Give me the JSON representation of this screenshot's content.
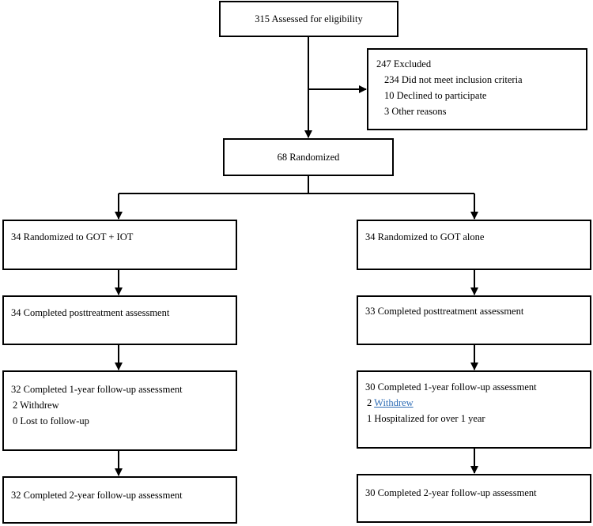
{
  "assessed": {
    "text": "315 Assessed for eligibility"
  },
  "excluded": {
    "title": "247 Excluded",
    "reasons": [
      "234 Did not meet inclusion criteria",
      "10 Declined to participate",
      "3 Other reasons"
    ]
  },
  "randomized": {
    "text": "68 Randomized"
  },
  "left_arm": {
    "allocation": "34 Randomized to GOT + IOT",
    "posttreatment": "34 Completed posttreatment assessment",
    "followup1": {
      "title": "32 Completed 1-year follow-up assessment",
      "details": [
        "2 Withdrew",
        "0 Lost to follow-up"
      ]
    },
    "followup2": "32 Completed 2-year follow-up assessment"
  },
  "right_arm": {
    "allocation": "34 Randomized to GOT alone",
    "posttreatment": "33 Completed posttreatment assessment",
    "followup1": {
      "title": "30 Completed 1-year follow-up assessment",
      "withdrew_count": "2",
      "withdrew_label": "Withdrew",
      "hospitalized": "1 Hospitalized for over 1 year"
    },
    "followup2": "30 Completed 2-year follow-up assessment"
  }
}
